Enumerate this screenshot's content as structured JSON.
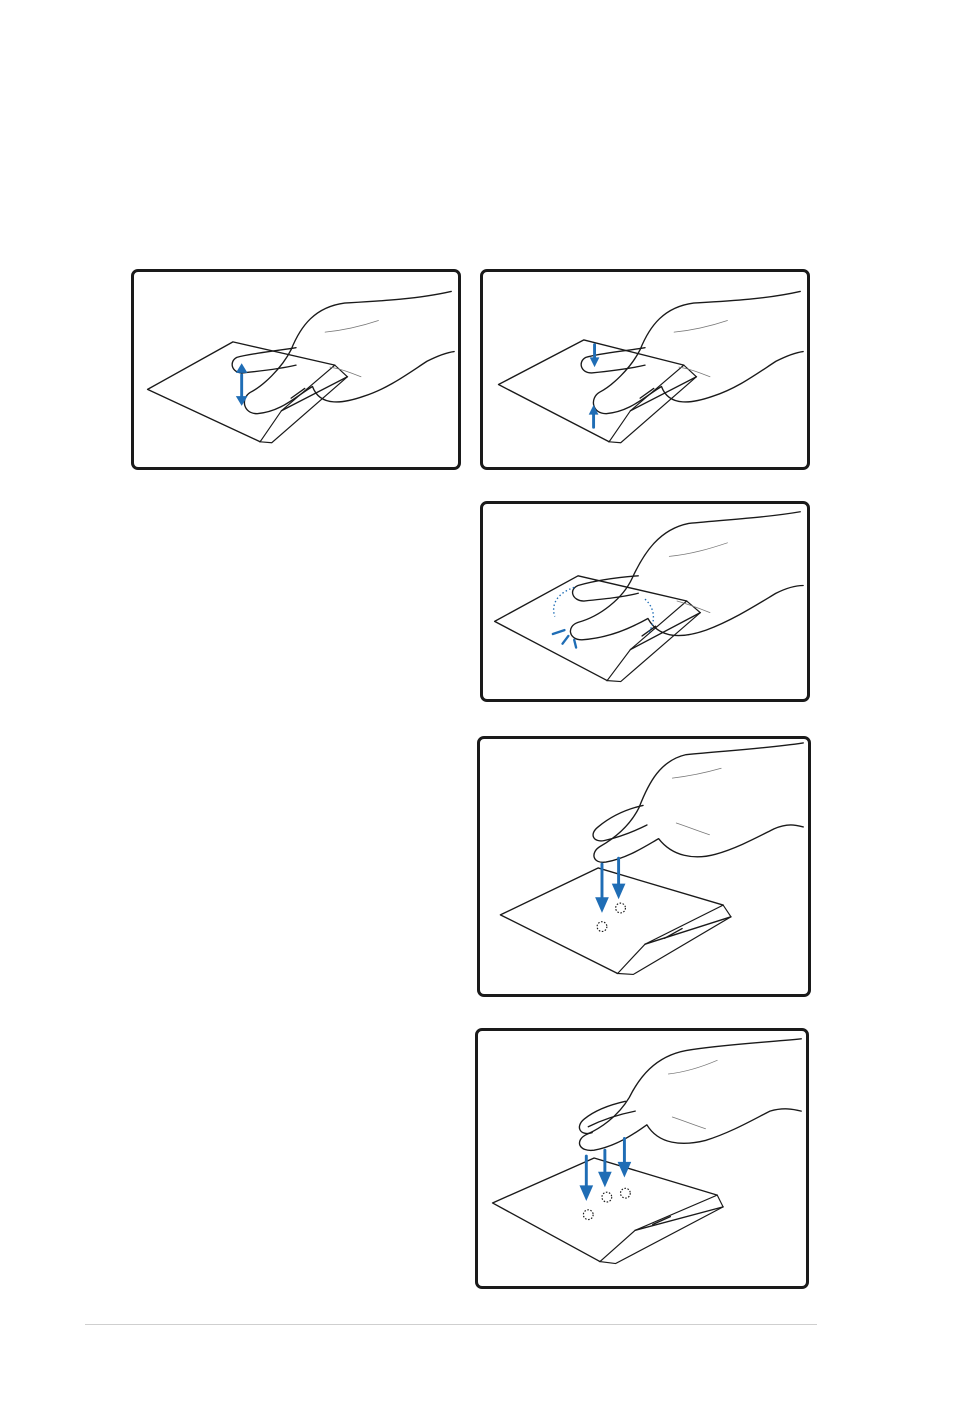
{
  "colors": {
    "accent": "#1f6db5",
    "outline": "#1a1a1a",
    "rule": "#cfcfcf"
  },
  "figures": [
    {
      "id": "two-finger-scroll",
      "icon": "two-finger-scroll-gesture-icon"
    },
    {
      "id": "two-finger-pinch",
      "icon": "two-finger-pinch-gesture-icon"
    },
    {
      "id": "two-finger-rotate",
      "icon": "two-finger-rotate-gesture-icon"
    },
    {
      "id": "two-finger-tap",
      "icon": "two-finger-tap-gesture-icon"
    },
    {
      "id": "three-finger-tap",
      "icon": "three-finger-tap-gesture-icon"
    }
  ]
}
